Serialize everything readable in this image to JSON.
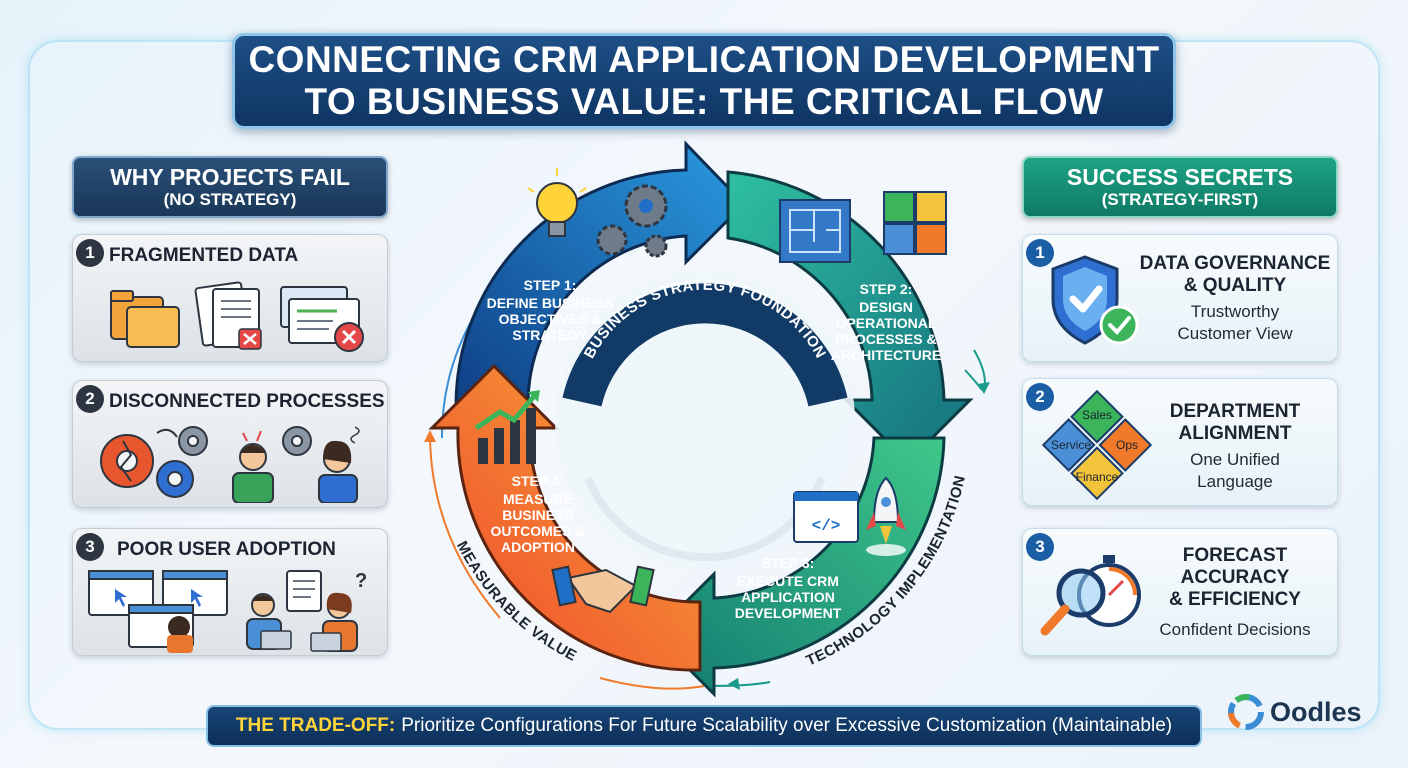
{
  "title": {
    "line1": "CONNECTING CRM APPLICATION DEVELOPMENT",
    "line2": "TO BUSINESS VALUE: THE CRITICAL FLOW"
  },
  "left_column": {
    "header_title": "WHY PROJECTS FAIL",
    "header_subtitle": "(NO STRATEGY)",
    "items": [
      {
        "number": "1",
        "title": "FRAGMENTED DATA"
      },
      {
        "number": "2",
        "title": "DISCONNECTED PROCESSES"
      },
      {
        "number": "3",
        "title": "POOR USER ADOPTION"
      }
    ]
  },
  "right_column": {
    "header_title": "SUCCESS SECRETS",
    "header_subtitle": "(STRATEGY-FIRST)",
    "items": [
      {
        "number": "1",
        "title_line1": "DATA GOVERNANCE",
        "title_line2": "& QUALITY",
        "sub_line1": "Trustworthy",
        "sub_line2": "Customer View"
      },
      {
        "number": "2",
        "title_line1": "DEPARTMENT",
        "title_line2": "ALIGNMENT",
        "sub_line1": "One Unified",
        "sub_line2": "Language"
      },
      {
        "number": "3",
        "title_line1": "FORECAST",
        "title_line2": "ACCURACY",
        "title_line3": "& EFFICIENCY",
        "sub_line1": "Confident Decisions"
      }
    ]
  },
  "cycle": {
    "center_label": "BUSINESS STRATEGY FOUNDATION",
    "outer_label_right": "TECHNOLOGY IMPLEMENTATION",
    "outer_label_left": "MEASURABLE VALUE",
    "steps": [
      {
        "label": "STEP 1:",
        "lines": [
          "DEFINE BUSINESS",
          "OBJECTIVES &",
          "STRATEGY"
        ],
        "color": "#1f6fc6"
      },
      {
        "label": "STEP 2:",
        "lines": [
          "DESIGN",
          "OPERATIONAL",
          "PROCESSES &",
          "ARCHITECTURE"
        ],
        "color": "#1a9a8a"
      },
      {
        "label": "STEP 3:",
        "lines": [
          "EXECUTE CRM",
          "APPLICATION",
          "DEVELOPMENT"
        ],
        "color": "#18a07f"
      },
      {
        "label": "STEP 4:",
        "lines": [
          "MEASURE",
          "BUSINESS",
          "OUTCOMES &",
          "ADOPTION"
        ],
        "color": "#f07a2a"
      }
    ]
  },
  "puzzle_labels": {
    "top": "Sales",
    "left": "Service",
    "right": "Ops",
    "bottom": "Finance"
  },
  "tradeoff": {
    "lead": "THE TRADE-OFF:",
    "text": "Prioritize Configurations For Future Scalability over Excessive Customization (Maintainable)"
  },
  "brand": {
    "name": "Oodles"
  },
  "colors": {
    "navy": "#0f3563",
    "teal": "#0f7a66",
    "orange": "#f07a2a",
    "blue": "#1f6fc6",
    "gold": "#ffd43b"
  }
}
